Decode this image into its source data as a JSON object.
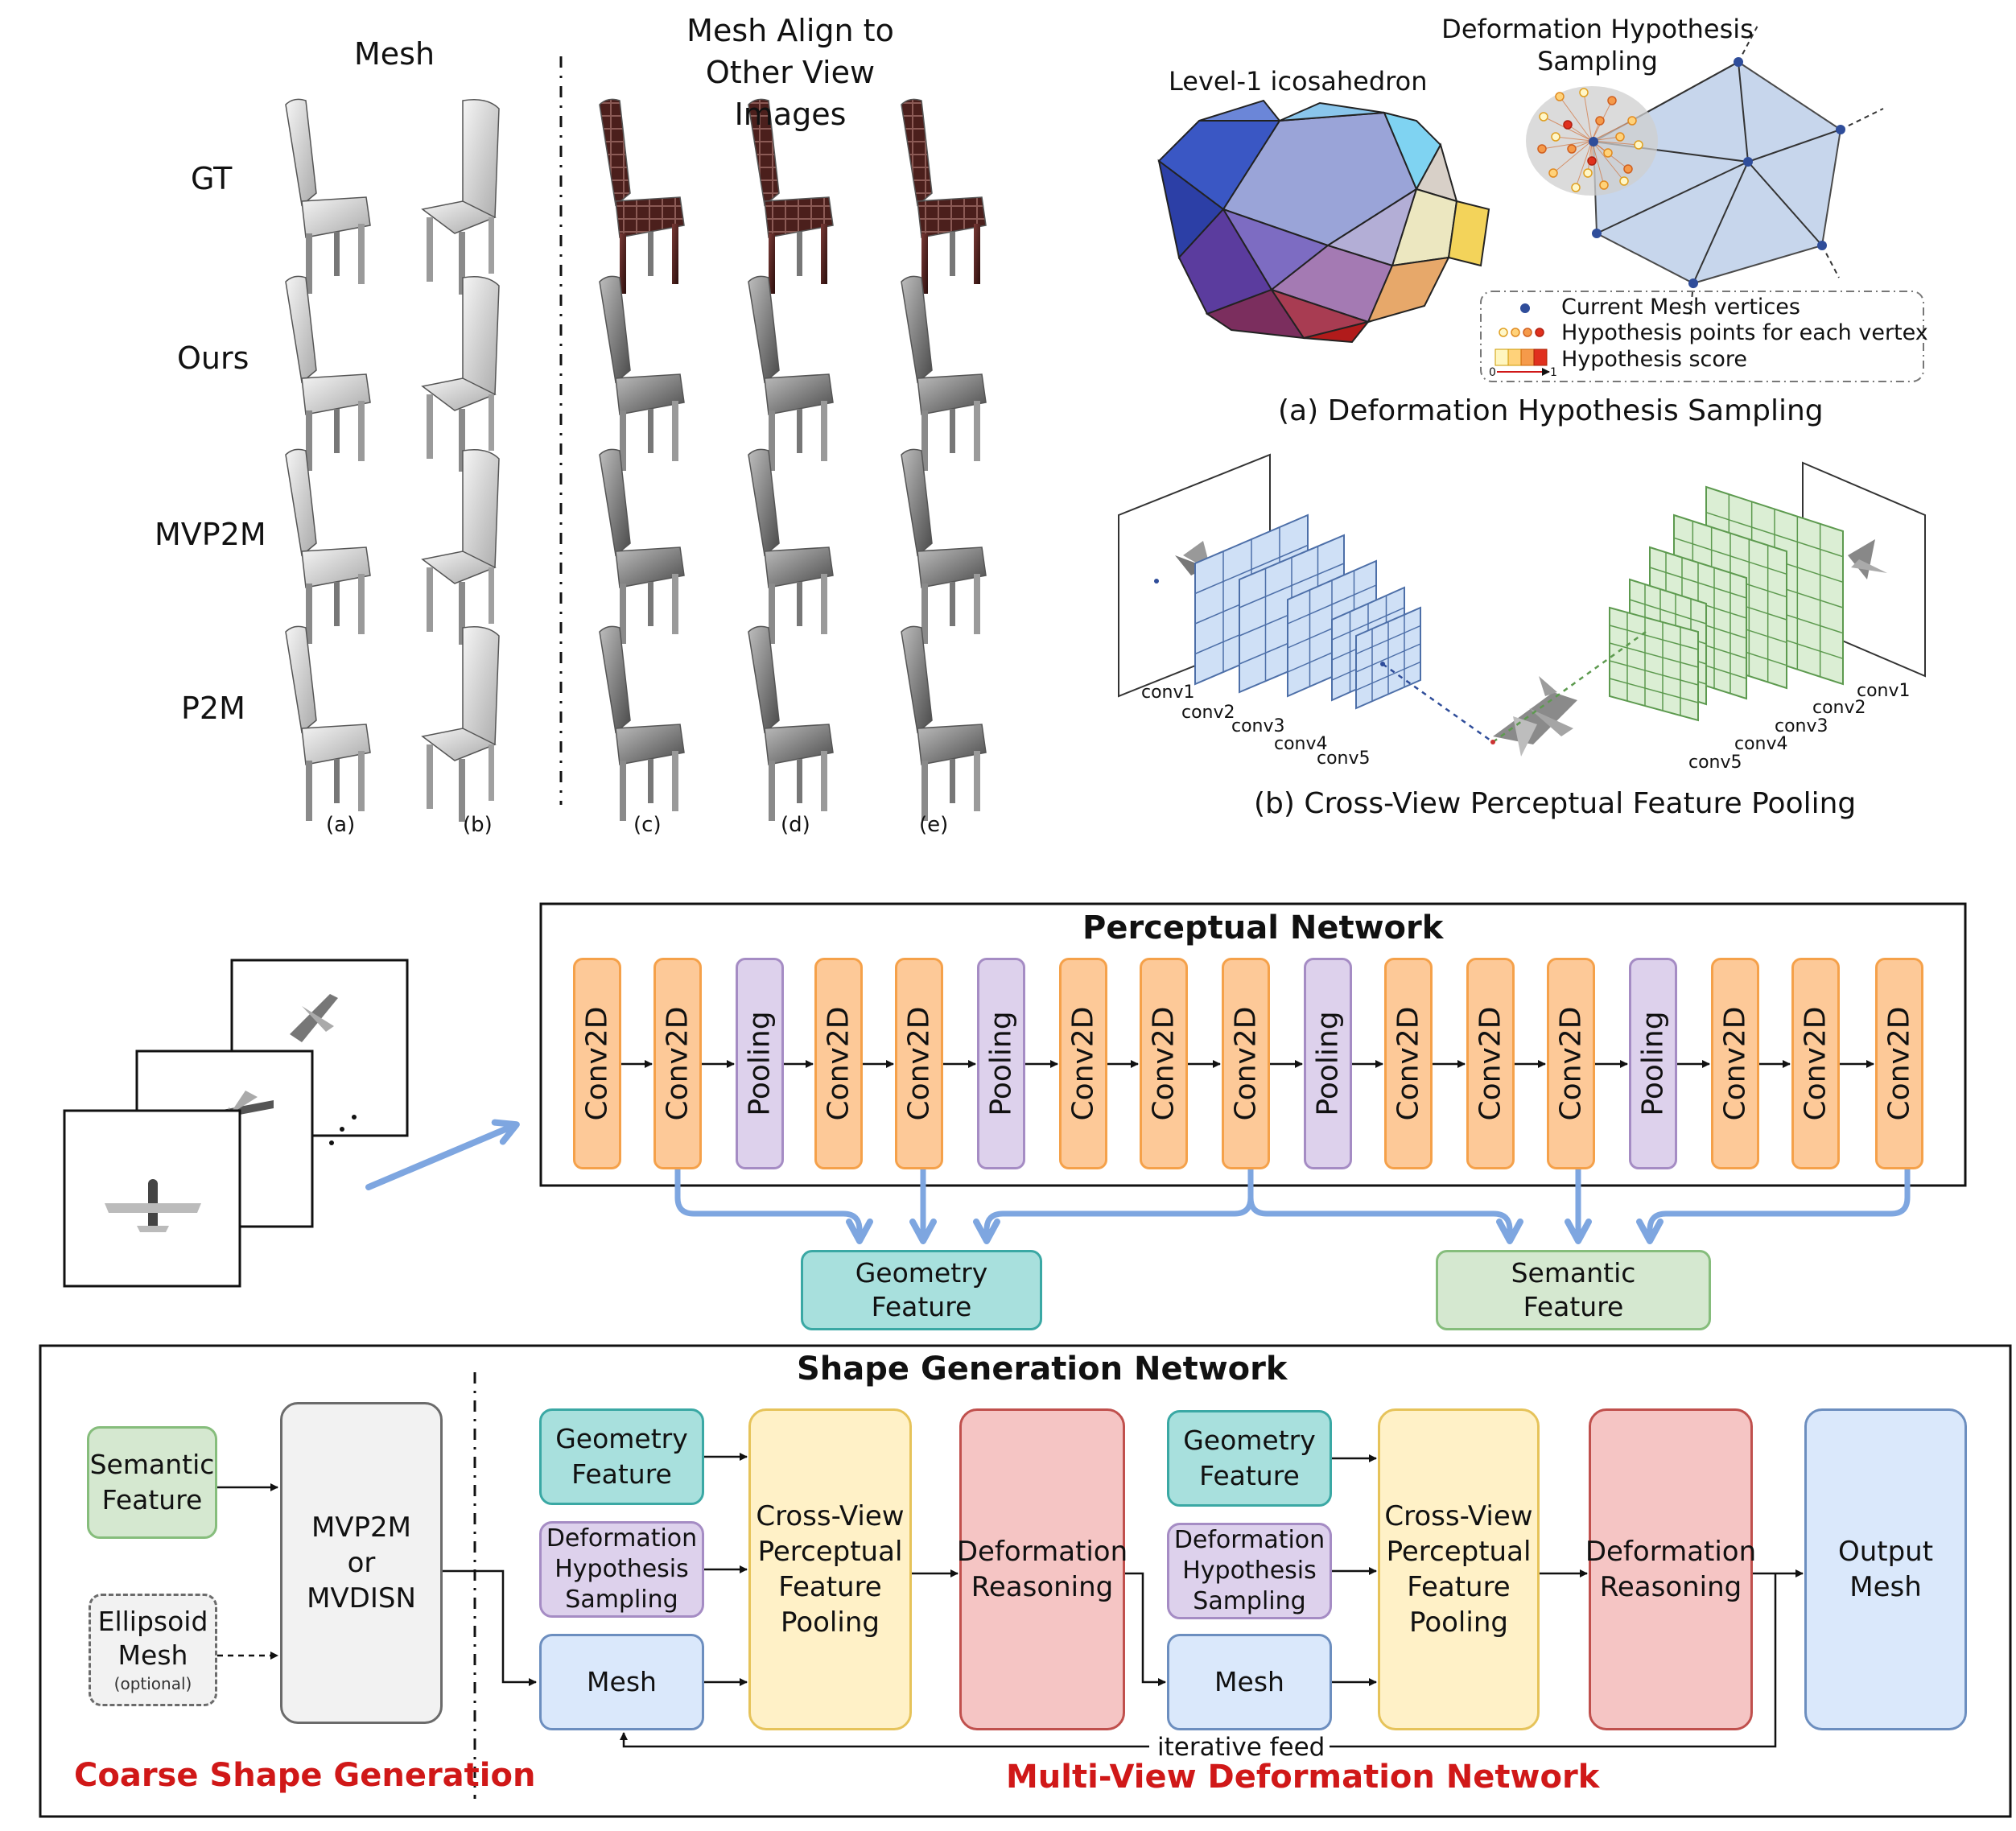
{
  "panel_chairs": {
    "col_header_mesh": "Mesh",
    "col_header_align": "Mesh Align to\nOther View Images",
    "row_labels": [
      "GT",
      "Ours",
      "MVP2M",
      "P2M"
    ],
    "col_labels": [
      "(a)",
      "(b)",
      "(c)",
      "(d)",
      "(e)"
    ]
  },
  "panel_a": {
    "icosahedron_title": "Level-1 icosahedron",
    "sampling_title": "Deformation Hypothesis\nSampling",
    "legend": [
      "Current Mesh vertices",
      "Hypothesis points for each vertex",
      "Hypothesis score"
    ],
    "legend_scale_min": "0",
    "legend_scale_max": "1",
    "caption": "(a) Deformation Hypothesis Sampling"
  },
  "panel_b": {
    "left_conv_labels": [
      "conv1",
      "conv2",
      "conv3",
      "conv4",
      "conv5"
    ],
    "right_conv_labels": [
      "conv1",
      "conv2",
      "conv3",
      "conv4",
      "conv5"
    ],
    "caption": "(b) Cross-View Perceptual Feature Pooling"
  },
  "perceptual_network": {
    "title": "Perceptual Network",
    "layers": [
      "Conv2D",
      "Conv2D",
      "Pooling",
      "Conv2D",
      "Conv2D",
      "Pooling",
      "Conv2D",
      "Conv2D",
      "Conv2D",
      "Pooling",
      "Conv2D",
      "Conv2D",
      "Conv2D",
      "Pooling",
      "Conv2D",
      "Conv2D",
      "Conv2D"
    ],
    "geometry_feature": "Geometry\nFeature",
    "semantic_feature": "Semantic\nFeature"
  },
  "shape_generation": {
    "title": "Shape Generation Network",
    "semantic_feature": "Semantic\nFeature",
    "ellipsoid_mesh": "Ellipsoid\nMesh",
    "optional": "(optional)",
    "coarse_model": "MVP2M\nor\nMVDISN",
    "coarse_label": "Coarse Shape  Generation",
    "geometry_feature": "Geometry\nFeature",
    "deformation_sampling": "Deformation\nHypothesis\nSampling",
    "mesh": "Mesh",
    "pooling": "Cross-View\nPerceptual\nFeature\nPooling",
    "reasoning": "Deformation\nReasoning",
    "output_mesh": "Output\nMesh",
    "iterative_feed": "iterative feed",
    "mvdn_label": "Multi-View Deformation Network"
  },
  "colors": {
    "conv_fill": "#fdc998",
    "conv_border": "#f5a14a",
    "pool_fill": "#ddd1ec",
    "pool_border": "#a58cc4",
    "geometry_fill": "#a8e0dd",
    "geometry_border": "#3aa8a4",
    "semantic_fill": "#d5e8d0",
    "semantic_border": "#86bd7c",
    "mesh_fill": "#dae8fb",
    "mesh_border": "#6c8ebf",
    "pooling_fill": "#fff1c7",
    "pooling_border": "#e6c35a",
    "reasoning_fill": "#f5c5c4",
    "reasoning_border": "#c0504d",
    "output_fill": "#dae8fb",
    "gray_fill": "#f2f2f2",
    "gray_border": "#6b6b6b",
    "arrow_blue": "#7ea6e0",
    "red_label": "#d01818"
  },
  "icons": [
    "chair-render",
    "airplane-render",
    "icosahedron",
    "feature-map-grid"
  ]
}
